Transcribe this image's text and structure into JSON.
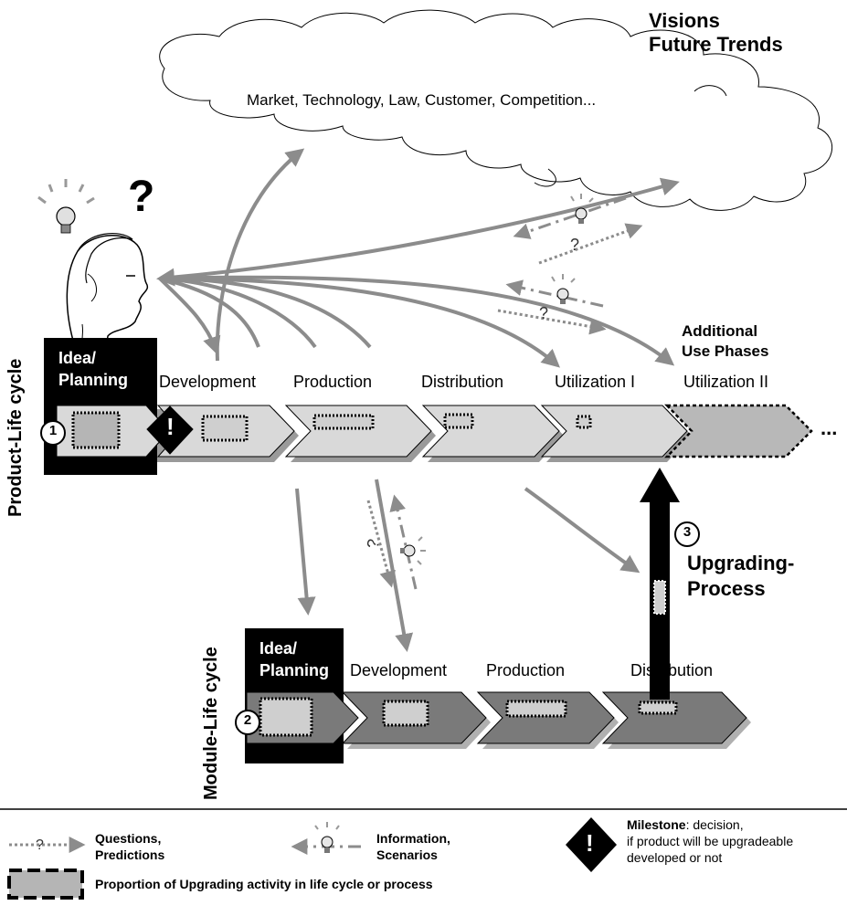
{
  "vision": {
    "title_line1": "Visions",
    "title_line2": "Future  Trends",
    "factors": "Market, Technology, Law, Customer, Competition..."
  },
  "product": {
    "axis_label": "Product-Life cycle",
    "marker": "1",
    "idea_line1": "Idea/",
    "idea_line2": "Planning",
    "phases": [
      "Development",
      "Production",
      "Distribution",
      "Utilization I",
      "Utilization II"
    ],
    "additional_line1": "Additional",
    "additional_line2": "Use Phases",
    "ellipsis": "..."
  },
  "upgrading": {
    "marker": "3",
    "label_line1": "Upgrading-",
    "label_line2": "Process"
  },
  "module": {
    "axis_label": "Module-Life cycle",
    "marker": "2",
    "idea_line1": "Idea/",
    "idea_line2": "Planning",
    "phases": [
      "Development",
      "Production",
      "Distribution"
    ]
  },
  "milestone_symbol": "!",
  "question_symbol": "?",
  "legend": {
    "questions_line1": "Questions,",
    "questions_line2": "Predictions",
    "information_line1": "Information,",
    "information_line2": "Scenarios",
    "milestone_title": "Milestone",
    "milestone_desc1": ": decision,",
    "milestone_desc2": "if product will be upgradeable",
    "milestone_desc3": "developed or not",
    "proportion": "Proportion of Upgrading activity in life cycle or process"
  },
  "colors": {
    "arrow_gray": "#8c8c8c",
    "chevron_light": "#d9d9d9",
    "chevron_dark": "#7a7a7a",
    "idea_box": "#000000"
  }
}
